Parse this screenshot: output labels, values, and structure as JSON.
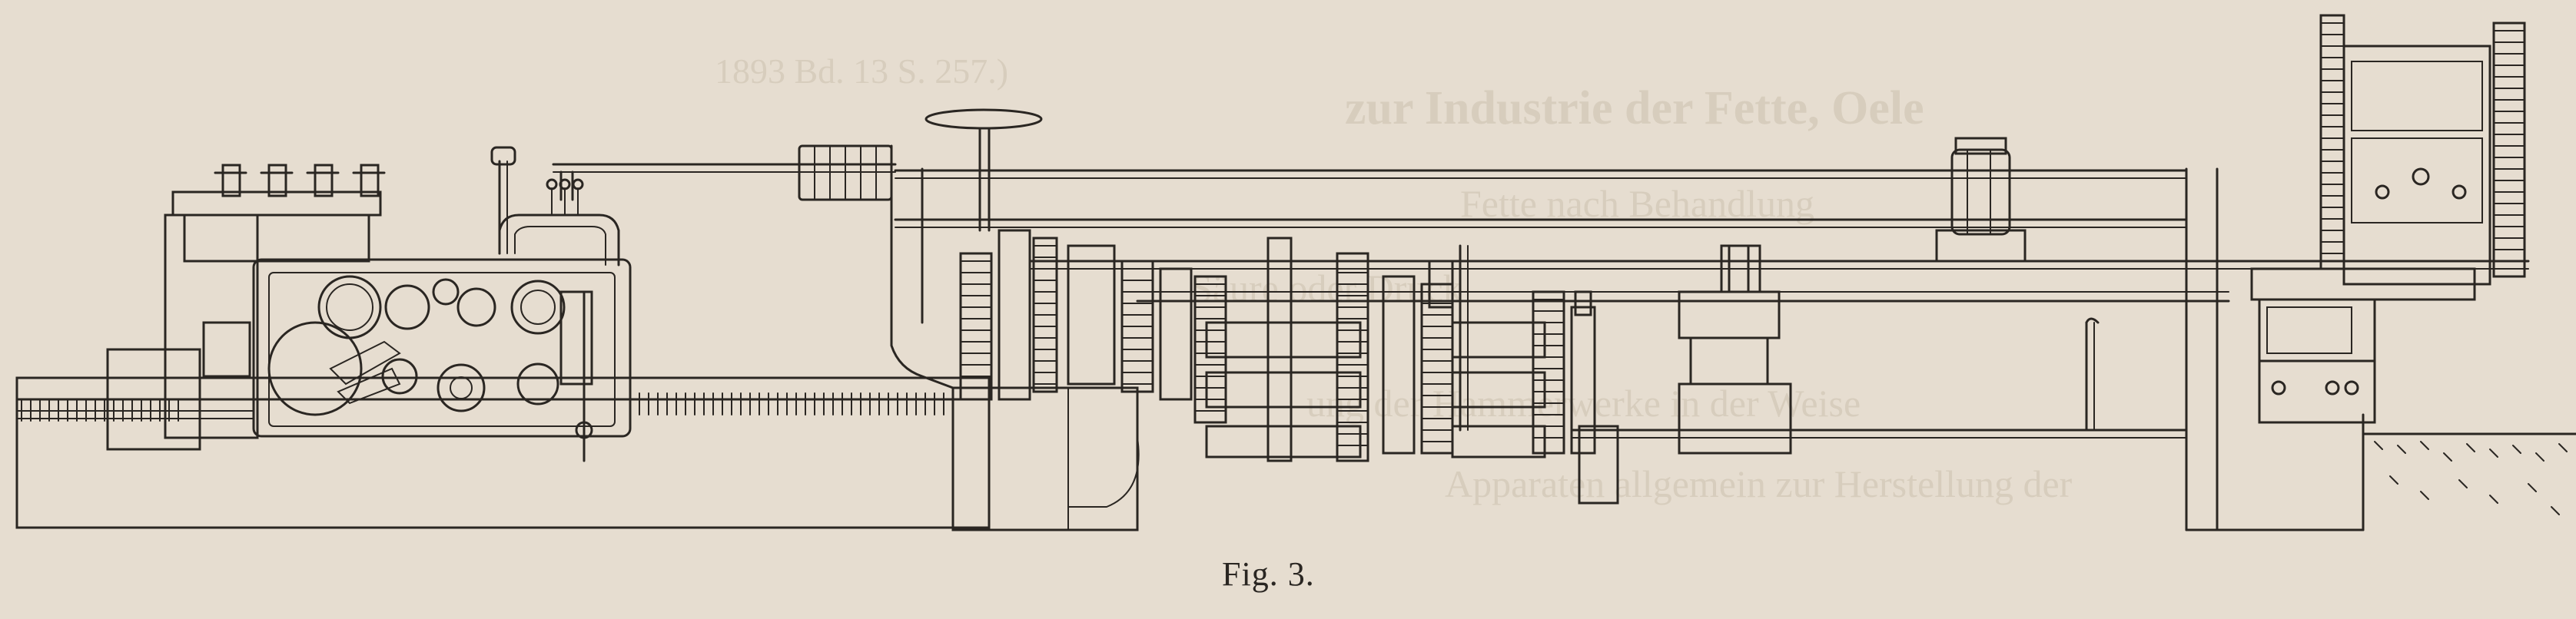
{
  "figure": {
    "caption": "Fig. 3."
  },
  "bleed_through": {
    "line_1": "1893 Bd. 13 S. 257.)",
    "line_2": "zur Industrie der Fette, Oele",
    "line_3": "Fette nach Behandlung",
    "line_4": "Säure oder Druck",
    "line_5": "ung der Hammerwerke in der Weise",
    "line_6": "Apparaten allgemein zur Herstellung der"
  },
  "colors": {
    "paper": "#e6ddd0",
    "ink": "#2a2622",
    "bleed": "#d7cdbd"
  }
}
